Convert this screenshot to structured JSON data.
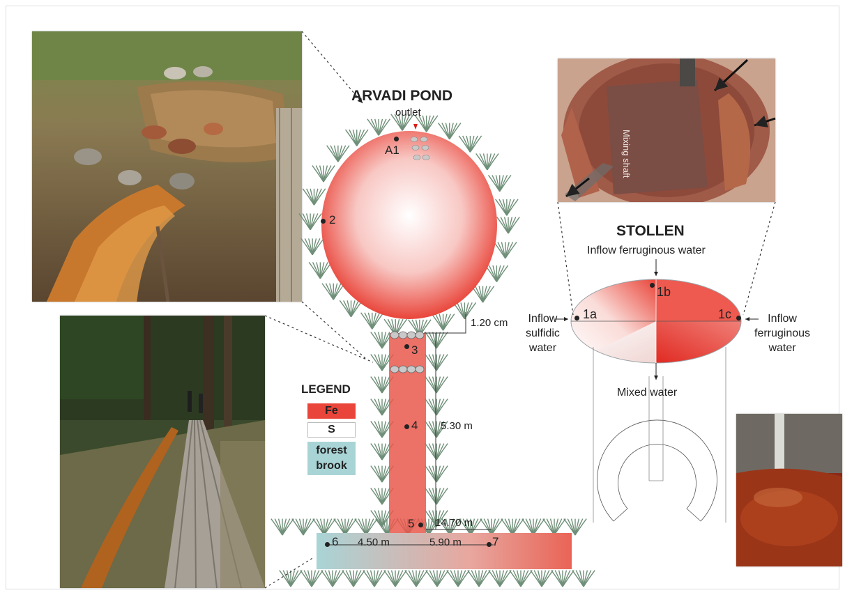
{
  "pond": {
    "title": "ARVADI POND",
    "outlet": "outlet",
    "points": [
      "A1",
      "2",
      "3",
      "4",
      "5",
      "6",
      "7"
    ],
    "dims": {
      "d1": "1.20 cm",
      "d2": "5.30 m",
      "d3": "14.70 m",
      "d4": "4.50 m",
      "d5": "5.90 m"
    }
  },
  "legend": {
    "title": "LEGEND",
    "items": [
      {
        "label": "Fe",
        "color": "#e9453a"
      },
      {
        "label": "S",
        "color": "#ffffff"
      },
      {
        "label": "forest brook",
        "label_lines": [
          "forest",
          "brook"
        ],
        "color": "#a9d4d6"
      }
    ]
  },
  "stollen": {
    "title": "STOLLEN",
    "inflow_top": "Inflow ferruginous water",
    "inflow_left_lines": [
      "Inflow",
      "sulfidic",
      "water"
    ],
    "inflow_right_lines": [
      "Inflow",
      "ferruginous",
      "water"
    ],
    "mixed": "Mixed water",
    "points": [
      "1a",
      "1b",
      "1c"
    ],
    "photo_caption": "Mixing shaft"
  },
  "colors": {
    "fe_red": "#e9453a",
    "brook": "#a9d4d6",
    "grass": "#5d7a66"
  }
}
